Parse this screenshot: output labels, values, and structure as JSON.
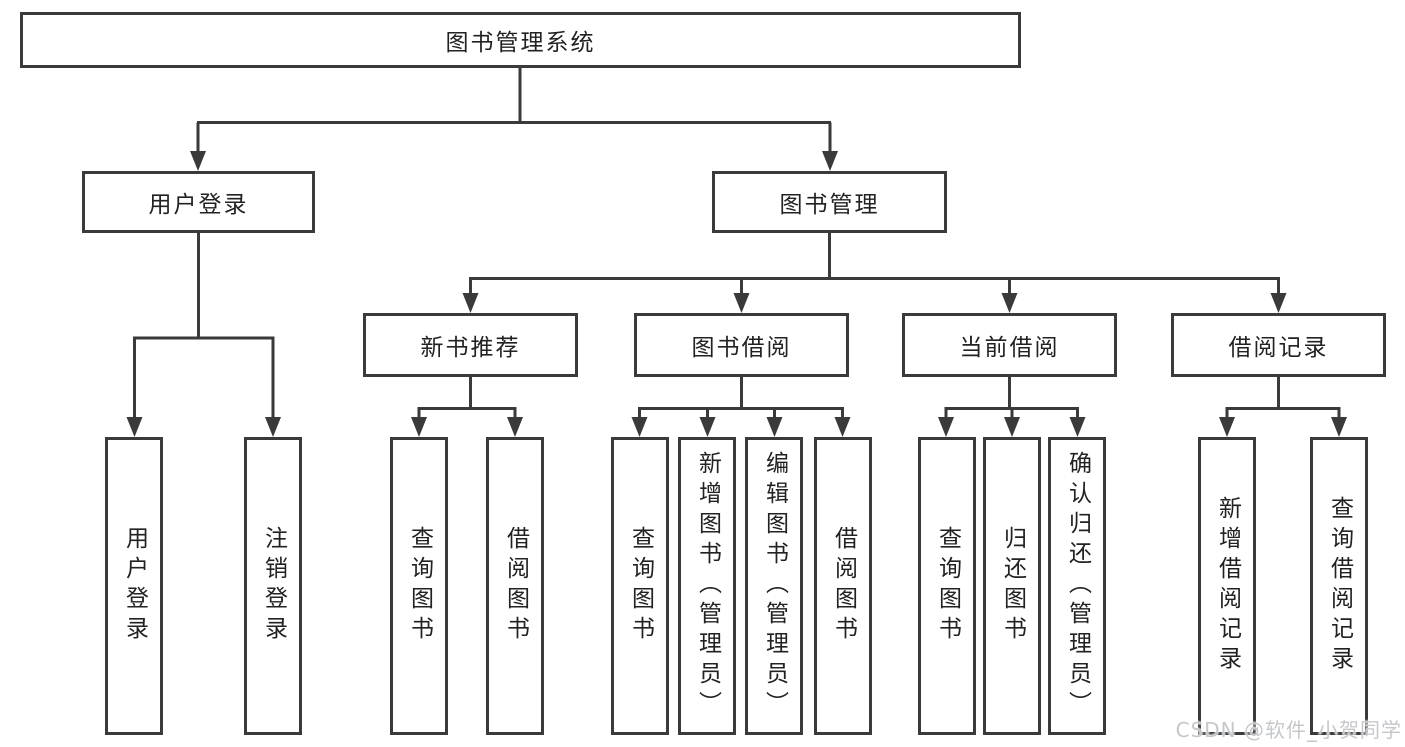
{
  "tree": {
    "root": {
      "label": "图书管理系统"
    },
    "branches": [
      {
        "label": "用户登录",
        "children": [
          {
            "label": "用户登录"
          },
          {
            "label": "注销登录"
          }
        ]
      },
      {
        "label": "图书管理",
        "children": [
          {
            "label": "新书推荐",
            "children": [
              {
                "label": "查询图书"
              },
              {
                "label": "借阅图书"
              }
            ]
          },
          {
            "label": "图书借阅",
            "children": [
              {
                "label": "查询图书"
              },
              {
                "label": "新增图书（管理员）"
              },
              {
                "label": "编辑图书（管理员）"
              },
              {
                "label": "借阅图书"
              }
            ]
          },
          {
            "label": "当前借阅",
            "children": [
              {
                "label": "查询图书"
              },
              {
                "label": "归还图书"
              },
              {
                "label": "确认归还（管理员）"
              }
            ]
          },
          {
            "label": "借阅记录",
            "children": [
              {
                "label": "新增借阅记录"
              },
              {
                "label": "查询借阅记录"
              }
            ]
          }
        ]
      }
    ]
  },
  "watermark": {
    "text": "CSDN @软件_小贺同学"
  },
  "colors": {
    "line": "#3a3a3a",
    "text": "#222222",
    "background": "#ffffff",
    "watermark": "#c5c8cb"
  }
}
